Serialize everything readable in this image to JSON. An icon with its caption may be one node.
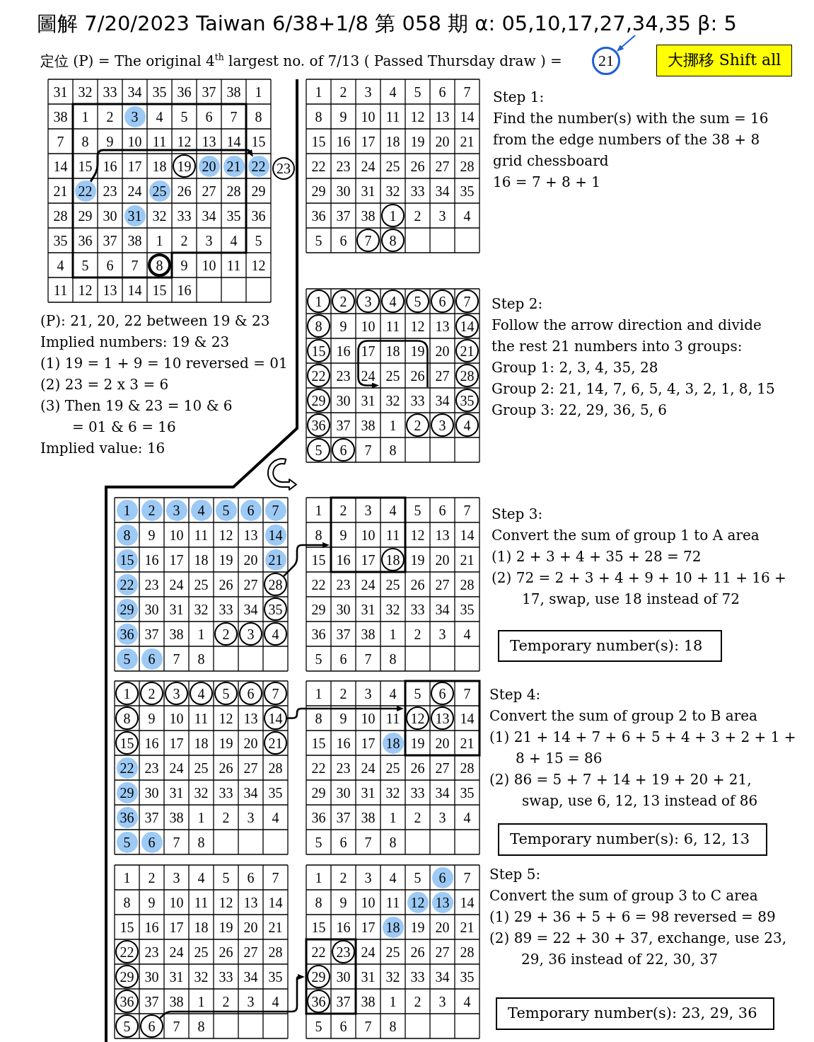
{
  "diagram": {
    "title": "圖解 7/20/2023 Taiwan 6/38+1/8 第 058 期 α: 05,10,17,27,34,35 β: 5",
    "nodes": [
      {
        "text": [
          "21"
        ]
      },
      {
        "text": [
          "大挪移 Shift all"
        ]
      },
      {
        "text": [],
        "shape": "grid"
      },
      {
        "text": [],
        "shape": "box",
        "in": 2
      },
      {
        "text": [
          "31"
        ],
        "in": 2
      },
      {
        "text": [
          "32"
        ],
        "in": 2
      },
      {
        "text": [
          "33"
        ],
        "in": 2
      },
      {
        "text": [
          "34"
        ],
        "in": 2
      },
      {
        "text": [
          "35"
        ],
        "in": 2
      },
      {
        "text": [
          "36"
        ],
        "in": 2
      },
      {
        "text": [
          "37"
        ],
        "in": 2
      },
      {
        "text": [
          "38"
        ],
        "in": 2
      },
      {
        "text": [
          "1"
        ],
        "in": 2
      },
      {
        "text": [
          "38"
        ],
        "in": 2
      },
      {
        "text": [
          "1"
        ],
        "in": 3
      },
      {
        "text": [
          "2"
        ],
        "in": 3
      },
      {
        "text": [
          "3"
        ],
        "in": 3
      },
      {
        "text": [
          "4"
        ],
        "in": 3
      },
      {
        "text": [
          "5"
        ],
        "in": 3
      },
      {
        "text": [
          "6"
        ],
        "in": 3
      },
      {
        "text": [
          "7"
        ],
        "in": 3
      },
      {
        "text": [
          "8"
        ],
        "in": 2
      },
      {
        "text": [
          "7"
        ],
        "in": 2
      },
      {
        "text": [
          "8"
        ],
        "in": 3
      },
      {
        "text": [
          "9"
        ],
        "in": 3
      },
      {
        "text": [
          "10"
        ],
        "in": 3
      },
      {
        "text": [
          "11"
        ],
        "in": 3
      },
      {
        "text": [
          "12"
        ],
        "in": 3
      },
      {
        "text": [
          "13"
        ],
        "in": 3
      },
      {
        "text": [
          "14"
        ],
        "in": 3
      },
      {
        "text": [
          "15"
        ],
        "in": 2
      },
      {
        "text": [
          "14"
        ],
        "in": 2
      },
      {
        "text": [
          "15"
        ],
        "in": 3
      },
      {
        "text": [
          "16"
        ],
        "in": 3
      },
      {
        "text": [
          "17"
        ],
        "in": 3
      },
      {
        "text": [
          "18"
        ],
        "in": 3
      },
      {
        "text": [
          "19"
        ],
        "in": 3
      },
      {
        "text": [
          "20"
        ],
        "in": 3
      },
      {
        "text": [
          "21"
        ],
        "in": 3
      },
      {
        "text": [
          "22"
        ],
        "in": 2
      },
      {
        "text": [
          "21"
        ],
        "in": 2
      },
      {
        "text": [
          "22"
        ],
        "in": 3
      },
      {
        "text": [
          "23"
        ],
        "in": 3
      },
      {
        "text": [
          "24"
        ],
        "in": 3
      },
      {
        "text": [
          "25"
        ],
        "in": 3
      },
      {
        "text": [
          "26"
        ],
        "in": 3
      },
      {
        "text": [
          "27"
        ],
        "in": 3
      },
      {
        "text": [
          "28"
        ],
        "in": 3
      },
      {
        "text": [
          "29"
        ],
        "in": 2
      },
      {
        "text": [
          "28"
        ],
        "in": 2
      },
      {
        "text": [
          "29"
        ],
        "in": 3
      },
      {
        "text": [
          "30"
        ],
        "in": 3
      },
      {
        "text": [
          "31"
        ],
        "in": 3
      },
      {
        "text": [
          "32"
        ],
        "in": 3
      },
      {
        "text": [
          "33"
        ],
        "in": 3
      },
      {
        "text": [
          "34"
        ],
        "in": 3
      },
      {
        "text": [
          "35"
        ],
        "in": 3
      },
      {
        "text": [
          "36"
        ],
        "in": 2
      },
      {
        "text": [
          "35"
        ],
        "in": 2
      },
      {
        "text": [
          "36"
        ],
        "in": 3
      },
      {
        "text": [
          "37"
        ],
        "in": 3
      },
      {
        "text": [
          "38"
        ],
        "in": 3
      },
      {
        "text": [
          "1"
        ],
        "in": 3
      },
      {
        "text": [
          "2"
        ],
        "in": 3
      },
      {
        "text": [
          "3"
        ],
        "in": 3
      },
      {
        "text": [
          "4"
        ],
        "in": 3
      },
      {
        "text": [
          "5"
        ],
        "in": 2
      },
      {
        "text": [
          "4"
        ],
        "in": 2
      },
      {
        "text": [
          "5"
        ],
        "in": 3
      },
      {
        "text": [
          "6"
        ],
        "in": 3
      },
      {
        "text": [
          "7"
        ],
        "in": 3
      },
      {
        "text": [
          "8"
        ],
        "in": 3
      },
      {
        "text": [
          "9"
        ],
        "in": 2
      },
      {
        "text": [
          "10"
        ],
        "in": 2
      },
      {
        "text": [
          "11"
        ],
        "in": 2
      },
      {
        "text": [
          "12"
        ],
        "in": 2
      },
      {
        "text": [
          "11"
        ],
        "in": 2
      },
      {
        "text": [
          "12"
        ],
        "in": 2
      },
      {
        "text": [
          "13"
        ],
        "in": 2
      },
      {
        "text": [
          "14"
        ],
        "in": 2
      },
      {
        "text": [
          "15"
        ],
        "in": 2
      },
      {
        "text": [
          "16"
        ],
        "in": 2
      },
      {
        "text": [
          "23"
        ]
      },
      {
        "text": [],
        "shape": "grid"
      },
      {
        "text": [
          "1"
        ],
        "in": 83
      },
      {
        "text": [
          "2"
        ],
        "in": 83
      },
      {
        "text": [
          "3"
        ],
        "in": 83
      },
      {
        "text": [
          "4"
        ],
        "in": 83
      },
      {
        "text": [
          "5"
        ],
        "in": 83
      },
      {
        "text": [
          "6"
        ],
        "in": 83
      },
      {
        "text": [
          "7"
        ],
        "in": 83
      },
      {
        "text": [
          "8"
        ],
        "in": 83
      },
      {
        "text": [
          "9"
        ],
        "in": 83
      },
      {
        "text": [
          "10"
        ],
        "in": 83
      },
      {
        "text": [
          "11"
        ],
        "in": 83
      },
      {
        "text": [
          "12"
        ],
        "in": 83
      },
      {
        "text": [
          "13"
        ],
        "in": 83
      },
      {
        "text": [
          "14"
        ],
        "in": 83
      },
      {
        "text": [
          "15"
        ],
        "in": 83
      },
      {
        "text": [
          "16"
        ],
        "in": 83
      },
      {
        "text": [
          "17"
        ],
        "in": 83
      },
      {
        "text": [
          "18"
        ],
        "in": 83
      },
      {
        "text": [
          "19"
        ],
        "in": 83
      },
      {
        "text": [
          "20"
        ],
        "in": 83
      },
      {
        "text": [
          "21"
        ],
        "in": 83
      },
      {
        "text": [
          "22"
        ],
        "in": 83
      },
      {
        "text": [
          "23"
        ],
        "in": 83
      },
      {
        "text": [
          "24"
        ],
        "in": 83
      },
      {
        "text": [
          "25"
        ],
        "in": 83
      },
      {
        "text": [
          "26"
        ],
        "in": 83
      },
      {
        "text": [
          "27"
        ],
        "in": 83
      },
      {
        "text": [
          "28"
        ],
        "in": 83
      },
      {
        "text": [
          "29"
        ],
        "in": 83
      },
      {
        "text": [
          "30"
        ],
        "in": 83
      },
      {
        "text": [
          "31"
        ],
        "in": 83
      },
      {
        "text": [
          "32"
        ],
        "in": 83
      },
      {
        "text": [
          "33"
        ],
        "in": 83
      },
      {
        "text": [
          "34"
        ],
        "in": 83
      },
      {
        "text": [
          "35"
        ],
        "in": 83
      },
      {
        "text": [
          "36"
        ],
        "in": 83
      },
      {
        "text": [
          "37"
        ],
        "in": 83
      },
      {
        "text": [
          "38"
        ],
        "in": 83
      },
      {
        "text": [
          "1"
        ],
        "in": 83
      },
      {
        "text": [
          "2"
        ],
        "in": 83
      },
      {
        "text": [
          "3"
        ],
        "in": 83
      },
      {
        "text": [
          "4"
        ],
        "in": 83
      },
      {
        "text": [
          "5"
        ],
        "in": 83
      },
      {
        "text": [
          "6"
        ],
        "in": 83
      },
      {
        "text": [
          "7"
        ],
        "in": 83
      },
      {
        "text": [
          "8"
        ],
        "in": 83
      },
      {
        "text": [],
        "shape": "grid"
      },
      {
        "text": [
          "1"
        ],
        "in": 130
      },
      {
        "text": [
          "2"
        ],
        "in": 130
      },
      {
        "text": [
          "3"
        ],
        "in": 130
      },
      {
        "text": [
          "4"
        ],
        "in": 130
      },
      {
        "text": [
          "5"
        ],
        "in": 130
      },
      {
        "text": [
          "6"
        ],
        "in": 130
      },
      {
        "text": [
          "7"
        ],
        "in": 130
      },
      {
        "text": [
          "8"
        ],
        "in": 130
      },
      {
        "text": [
          "9"
        ],
        "in": 130
      },
      {
        "text": [
          "10"
        ],
        "in": 130
      },
      {
        "text": [
          "11"
        ],
        "in": 130
      },
      {
        "text": [
          "12"
        ],
        "in": 130
      },
      {
        "text": [
          "13"
        ],
        "in": 130
      },
      {
        "text": [
          "14"
        ],
        "in": 130
      },
      {
        "text": [
          "15"
        ],
        "in": 130
      },
      {
        "text": [
          "16"
        ],
        "in": 130
      },
      {
        "text": [
          "17"
        ],
        "in": 130
      },
      {
        "text": [
          "18"
        ],
        "in": 130
      },
      {
        "text": [
          "19"
        ],
        "in": 130
      },
      {
        "text": [
          "20"
        ],
        "in": 130
      },
      {
        "text": [
          "21"
        ],
        "in": 130
      },
      {
        "text": [
          "22"
        ],
        "in": 130
      },
      {
        "text": [
          "23"
        ],
        "in": 130
      },
      {
        "text": [
          "24"
        ],
        "in": 130
      },
      {
        "text": [
          "25"
        ],
        "in": 130
      },
      {
        "text": [
          "26"
        ],
        "in": 130
      },
      {
        "text": [
          "27"
        ],
        "in": 130
      },
      {
        "text": [
          "28"
        ],
        "in": 130
      },
      {
        "text": [
          "29"
        ],
        "in": 130
      },
      {
        "text": [
          "30"
        ],
        "in": 130
      },
      {
        "text": [
          "31"
        ],
        "in": 130
      },
      {
        "text": [
          "32"
        ],
        "in": 130
      },
      {
        "text": [
          "33"
        ],
        "in": 130
      },
      {
        "text": [
          "34"
        ],
        "in": 130
      },
      {
        "text": [
          "35"
        ],
        "in": 130
      },
      {
        "text": [
          "36"
        ],
        "in": 130
      },
      {
        "text": [
          "37"
        ],
        "in": 130
      },
      {
        "text": [
          "38"
        ],
        "in": 130
      },
      {
        "text": [
          "1"
        ],
        "in": 130
      },
      {
        "text": [
          "2"
        ],
        "in": 130
      },
      {
        "text": [
          "3"
        ],
        "in": 130
      },
      {
        "text": [
          "4"
        ],
        "in": 130
      },
      {
        "text": [
          "5"
        ],
        "in": 130
      },
      {
        "text": [
          "6"
        ],
        "in": 130
      },
      {
        "text": [
          "7"
        ],
        "in": 130
      },
      {
        "text": [
          "8"
        ],
        "in": 130
      },
      {
        "text": [],
        "shape": "grid"
      },
      {
        "text": [
          "1"
        ],
        "in": 177
      },
      {
        "text": [
          "2"
        ],
        "in": 177
      },
      {
        "text": [
          "3"
        ],
        "in": 177
      },
      {
        "text": [
          "4"
        ],
        "in": 177
      },
      {
        "text": [
          "5"
        ],
        "in": 177
      },
      {
        "text": [
          "6"
        ],
        "in": 177
      },
      {
        "text": [
          "7"
        ],
        "in": 177
      },
      {
        "text": [
          "8"
        ],
        "in": 177
      },
      {
        "text": [
          "9"
        ],
        "in": 177
      },
      {
        "text": [
          "10"
        ],
        "in": 177
      },
      {
        "text": [
          "11"
        ],
        "in": 177
      },
      {
        "text": [
          "12"
        ],
        "in": 177
      },
      {
        "text": [
          "13"
        ],
        "in": 177
      },
      {
        "text": [
          "14"
        ],
        "in": 177
      },
      {
        "text": [
          "15"
        ],
        "in": 177
      },
      {
        "text": [
          "16"
        ],
        "in": 177
      },
      {
        "text": [
          "17"
        ],
        "in": 177
      },
      {
        "text": [
          "18"
        ],
        "in": 177
      },
      {
        "text": [
          "19"
        ],
        "in": 177
      },
      {
        "text": [
          "20"
        ],
        "in": 177
      },
      {
        "text": [
          "21"
        ],
        "in": 177
      },
      {
        "text": [
          "22"
        ],
        "in": 177
      },
      {
        "text": [
          "23"
        ],
        "in": 177
      },
      {
        "text": [
          "24"
        ],
        "in": 177
      },
      {
        "text": [
          "25"
        ],
        "in": 177
      },
      {
        "text": [
          "26"
        ],
        "in": 177
      },
      {
        "text": [
          "27"
        ],
        "in": 177
      },
      {
        "text": [
          "28"
        ],
        "in": 177
      },
      {
        "text": [
          "29"
        ],
        "in": 177
      },
      {
        "text": [
          "30"
        ],
        "in": 177
      },
      {
        "text": [
          "31"
        ],
        "in": 177
      },
      {
        "text": [
          "32"
        ],
        "in": 177
      },
      {
        "text": [
          "33"
        ],
        "in": 177
      },
      {
        "text": [
          "34"
        ],
        "in": 177
      },
      {
        "text": [
          "35"
        ],
        "in": 177
      },
      {
        "text": [
          "36"
        ],
        "in": 177
      },
      {
        "text": [
          "37"
        ],
        "in": 177
      },
      {
        "text": [
          "38"
        ],
        "in": 177
      },
      {
        "text": [
          "1"
        ],
        "in": 177
      },
      {
        "text": [
          "2"
        ],
        "in": 177
      },
      {
        "text": [
          "3"
        ],
        "in": 177
      },
      {
        "text": [
          "4"
        ],
        "in": 177
      },
      {
        "text": [
          "5"
        ],
        "in": 177
      },
      {
        "text": [
          "6"
        ],
        "in": 177
      },
      {
        "text": [
          "7"
        ],
        "in": 177
      },
      {
        "text": [
          "8"
        ],
        "in": 177
      },
      {
        "text": [],
        "shape": "grid"
      },
      {
        "text": [],
        "shape": "box",
        "in": 224
      },
      {
        "text": [
          "1"
        ],
        "in": 224
      },
      {
        "text": [
          "2"
        ],
        "in": 225
      },
      {
        "text": [
          "3"
        ],
        "in": 225
      },
      {
        "text": [
          "4"
        ],
        "in": 225
      },
      {
        "text": [
          "5"
        ],
        "in": 224
      },
      {
        "text": [
          "6"
        ],
        "in": 224
      },
      {
        "text": [
          "7"
        ],
        "in": 224
      },
      {
        "text": [
          "8"
        ],
        "in": 224
      },
      {
        "text": [
          "9"
        ],
        "in": 225
      },
      {
        "text": [
          "10"
        ],
        "in": 225
      },
      {
        "text": [
          "11"
        ],
        "in": 225
      },
      {
        "text": [
          "12"
        ],
        "in": 224
      },
      {
        "text": [
          "13"
        ],
        "in": 224
      },
      {
        "text": [
          "14"
        ],
        "in": 224
      },
      {
        "text": [
          "15"
        ],
        "in": 224
      },
      {
        "text": [
          "16"
        ],
        "in": 225
      },
      {
        "text": [
          "17"
        ],
        "in": 225
      },
      {
        "text": [
          "18"
        ],
        "in": 225
      },
      {
        "text": [
          "19"
        ],
        "in": 224
      },
      {
        "text": [
          "20"
        ],
        "in": 224
      },
      {
        "text": [
          "21"
        ],
        "in": 224
      },
      {
        "text": [
          "22"
        ],
        "in": 224
      },
      {
        "text": [
          "23"
        ],
        "in": 224
      },
      {
        "text": [
          "24"
        ],
        "in": 224
      },
      {
        "text": [
          "25"
        ],
        "in": 224
      },
      {
        "text": [
          "26"
        ],
        "in": 224
      },
      {
        "text": [
          "27"
        ],
        "in": 224
      },
      {
        "text": [
          "28"
        ],
        "in": 224
      },
      {
        "text": [
          "29"
        ],
        "in": 224
      },
      {
        "text": [
          "30"
        ],
        "in": 224
      },
      {
        "text": [
          "31"
        ],
        "in": 224
      },
      {
        "text": [
          "32"
        ],
        "in": 224
      },
      {
        "text": [
          "33"
        ],
        "in": 224
      },
      {
        "text": [
          "34"
        ],
        "in": 224
      },
      {
        "text": [
          "35"
        ],
        "in": 224
      },
      {
        "text": [
          "36"
        ],
        "in": 224
      },
      {
        "text": [
          "37"
        ],
        "in": 224
      },
      {
        "text": [
          "38"
        ],
        "in": 224
      },
      {
        "text": [
          "1"
        ],
        "in": 224
      },
      {
        "text": [
          "2"
        ],
        "in": 224
      },
      {
        "text": [
          "3"
        ],
        "in": 224
      },
      {
        "text": [
          "4"
        ],
        "in": 224
      },
      {
        "text": [
          "5"
        ],
        "in": 224
      },
      {
        "text": [
          "6"
        ],
        "in": 224
      },
      {
        "text": [
          "7"
        ],
        "in": 224
      },
      {
        "text": [
          "8"
        ],
        "in": 224
      },
      {
        "text": [
          "Temporary number(s): 18"
        ]
      },
      {
        "text": [],
        "shape": "grid"
      },
      {
        "text": [
          "1"
        ],
        "in": 273
      },
      {
        "text": [
          "2"
        ],
        "in": 273
      },
      {
        "text": [
          "3"
        ],
        "in": 273
      },
      {
        "text": [
          "4"
        ],
        "in": 273
      },
      {
        "text": [
          "5"
        ],
        "in": 273
      },
      {
        "text": [
          "6"
        ],
        "in": 273
      },
      {
        "text": [
          "7"
        ],
        "in": 273
      },
      {
        "text": [
          "8"
        ],
        "in": 273
      },
      {
        "text": [
          "9"
        ],
        "in": 273
      },
      {
        "text": [
          "10"
        ],
        "in": 273
      },
      {
        "text": [
          "11"
        ],
        "in": 273
      },
      {
        "text": [
          "12"
        ],
        "in": 273
      },
      {
        "text": [
          "13"
        ],
        "in": 273
      },
      {
        "text": [
          "14"
        ],
        "in": 273
      },
      {
        "text": [
          "15"
        ],
        "in": 273
      },
      {
        "text": [
          "16"
        ],
        "in": 273
      },
      {
        "text": [
          "17"
        ],
        "in": 273
      },
      {
        "text": [
          "18"
        ],
        "in": 273
      },
      {
        "text": [
          "19"
        ],
        "in": 273
      },
      {
        "text": [
          "20"
        ],
        "in": 273
      },
      {
        "text": [
          "21"
        ],
        "in": 273
      },
      {
        "text": [
          "22"
        ],
        "in": 273
      },
      {
        "text": [
          "23"
        ],
        "in": 273
      },
      {
        "text": [
          "24"
        ],
        "in": 273
      },
      {
        "text": [
          "25"
        ],
        "in": 273
      },
      {
        "text": [
          "26"
        ],
        "in": 273
      },
      {
        "text": [
          "27"
        ],
        "in": 273
      },
      {
        "text": [
          "28"
        ],
        "in": 273
      },
      {
        "text": [
          "29"
        ],
        "in": 273
      },
      {
        "text": [
          "30"
        ],
        "in": 273
      },
      {
        "text": [
          "31"
        ],
        "in": 273
      },
      {
        "text": [
          "32"
        ],
        "in": 273
      },
      {
        "text": [
          "33"
        ],
        "in": 273
      },
      {
        "text": [
          "34"
        ],
        "in": 273
      },
      {
        "text": [
          "35"
        ],
        "in": 273
      },
      {
        "text": [
          "36"
        ],
        "in": 273
      },
      {
        "text": [
          "37"
        ],
        "in": 273
      },
      {
        "text": [
          "38"
        ],
        "in": 273
      },
      {
        "text": [
          "1"
        ],
        "in": 273
      },
      {
        "text": [
          "2"
        ],
        "in": 273
      },
      {
        "text": [
          "3"
        ],
        "in": 273
      },
      {
        "text": [
          "4"
        ],
        "in": 273
      },
      {
        "text": [
          "5"
        ],
        "in": 273
      },
      {
        "text": [
          "6"
        ],
        "in": 273
      },
      {
        "text": [
          "7"
        ],
        "in": 273
      },
      {
        "text": [
          "8"
        ],
        "in": 273
      },
      {
        "text": [],
        "shape": "grid"
      },
      {
        "text": [],
        "shape": "box",
        "in": 320
      },
      {
        "text": [
          "1"
        ],
        "in": 320
      },
      {
        "text": [
          "2"
        ],
        "in": 320
      },
      {
        "text": [
          "3"
        ],
        "in": 320
      },
      {
        "text": [
          "4"
        ],
        "in": 320
      },
      {
        "text": [
          "5"
        ],
        "in": 321
      },
      {
        "text": [
          "6"
        ],
        "in": 321
      },
      {
        "text": [
          "7"
        ],
        "in": 321
      },
      {
        "text": [
          "8"
        ],
        "in": 320
      },
      {
        "text": [
          "9"
        ],
        "in": 320
      },
      {
        "text": [
          "10"
        ],
        "in": 320
      },
      {
        "text": [
          "11"
        ],
        "in": 320
      },
      {
        "text": [
          "12"
        ],
        "in": 321
      },
      {
        "text": [
          "13"
        ],
        "in": 321
      },
      {
        "text": [
          "14"
        ],
        "in": 321
      },
      {
        "text": [
          "15"
        ],
        "in": 320
      },
      {
        "text": [
          "16"
        ],
        "in": 320
      },
      {
        "text": [
          "17"
        ],
        "in": 320
      },
      {
        "text": [
          "18"
        ],
        "in": 320
      },
      {
        "text": [
          "19"
        ],
        "in": 321
      },
      {
        "text": [
          "20"
        ],
        "in": 321
      },
      {
        "text": [
          "21"
        ],
        "in": 321
      },
      {
        "text": [
          "22"
        ],
        "in": 320
      },
      {
        "text": [
          "23"
        ],
        "in": 320
      },
      {
        "text": [
          "24"
        ],
        "in": 320
      },
      {
        "text": [
          "25"
        ],
        "in": 320
      },
      {
        "text": [
          "26"
        ],
        "in": 320
      },
      {
        "text": [
          "27"
        ],
        "in": 320
      },
      {
        "text": [
          "28"
        ],
        "in": 320
      },
      {
        "text": [
          "29"
        ],
        "in": 320
      },
      {
        "text": [
          "30"
        ],
        "in": 320
      },
      {
        "text": [
          "31"
        ],
        "in": 320
      },
      {
        "text": [
          "32"
        ],
        "in": 320
      },
      {
        "text": [
          "33"
        ],
        "in": 320
      },
      {
        "text": [
          "34"
        ],
        "in": 320
      },
      {
        "text": [
          "35"
        ],
        "in": 320
      },
      {
        "text": [
          "36"
        ],
        "in": 320
      },
      {
        "text": [
          "37"
        ],
        "in": 320
      },
      {
        "text": [
          "38"
        ],
        "in": 320
      },
      {
        "text": [
          "1"
        ],
        "in": 320
      },
      {
        "text": [
          "2"
        ],
        "in": 320
      },
      {
        "text": [
          "3"
        ],
        "in": 320
      },
      {
        "text": [
          "4"
        ],
        "in": 320
      },
      {
        "text": [
          "5"
        ],
        "in": 320
      },
      {
        "text": [
          "6"
        ],
        "in": 320
      },
      {
        "text": [
          "7"
        ],
        "in": 320
      },
      {
        "text": [
          "8"
        ],
        "in": 320
      },
      {
        "text": [
          "Temporary number(s): 6, 12, 13"
        ]
      },
      {
        "text": [],
        "shape": "grid"
      },
      {
        "text": [
          "1"
        ],
        "in": 369
      },
      {
        "text": [
          "2"
        ],
        "in": 369
      },
      {
        "text": [
          "3"
        ],
        "in": 369
      },
      {
        "text": [
          "4"
        ],
        "in": 369
      },
      {
        "text": [
          "5"
        ],
        "in": 369
      },
      {
        "text": [
          "6"
        ],
        "in": 369
      },
      {
        "text": [
          "7"
        ],
        "in": 369
      },
      {
        "text": [
          "8"
        ],
        "in": 369
      },
      {
        "text": [
          "9"
        ],
        "in": 369
      },
      {
        "text": [
          "10"
        ],
        "in": 369
      },
      {
        "text": [
          "11"
        ],
        "in": 369
      },
      {
        "text": [
          "12"
        ],
        "in": 369
      },
      {
        "text": [
          "13"
        ],
        "in": 369
      },
      {
        "text": [
          "14"
        ],
        "in": 369
      },
      {
        "text": [
          "15"
        ],
        "in": 369
      },
      {
        "text": [
          "16"
        ],
        "in": 369
      },
      {
        "text": [
          "17"
        ],
        "in": 369
      },
      {
        "text": [
          "18"
        ],
        "in": 369
      },
      {
        "text": [
          "19"
        ],
        "in": 369
      },
      {
        "text": [
          "20"
        ],
        "in": 369
      },
      {
        "text": [
          "21"
        ],
        "in": 369
      },
      {
        "text": [
          "22"
        ],
        "in": 369
      },
      {
        "text": [
          "23"
        ],
        "in": 369
      },
      {
        "text": [
          "24"
        ],
        "in": 369
      },
      {
        "text": [
          "25"
        ],
        "in": 369
      },
      {
        "text": [
          "26"
        ],
        "in": 369
      },
      {
        "text": [
          "27"
        ],
        "in": 369
      },
      {
        "text": [
          "28"
        ],
        "in": 369
      },
      {
        "text": [
          "29"
        ],
        "in": 369
      },
      {
        "text": [
          "30"
        ],
        "in": 369
      },
      {
        "text": [
          "31"
        ],
        "in": 369
      },
      {
        "text": [
          "32"
        ],
        "in": 369
      },
      {
        "text": [
          "33"
        ],
        "in": 369
      },
      {
        "text": [
          "34"
        ],
        "in": 369
      },
      {
        "text": [
          "35"
        ],
        "in": 369
      },
      {
        "text": [
          "36"
        ],
        "in": 369
      },
      {
        "text": [
          "37"
        ],
        "in": 369
      },
      {
        "text": [
          "38"
        ],
        "in": 369
      },
      {
        "text": [
          "1"
        ],
        "in": 369
      },
      {
        "text": [
          "2"
        ],
        "in": 369
      },
      {
        "text": [
          "3"
        ],
        "in": 369
      },
      {
        "text": [
          "4"
        ],
        "in": 369
      },
      {
        "text": [
          "5"
        ],
        "in": 369
      },
      {
        "text": [
          "6"
        ],
        "in": 369
      },
      {
        "text": [
          "7"
        ],
        "in": 369
      },
      {
        "text": [
          "8"
        ],
        "in": 369
      },
      {
        "text": [],
        "shape": "grid"
      },
      {
        "text": [],
        "shape": "box",
        "in": 416
      },
      {
        "text": [
          "1"
        ],
        "in": 416
      },
      {
        "text": [
          "2"
        ],
        "in": 416
      },
      {
        "text": [
          "3"
        ],
        "in": 416
      },
      {
        "text": [
          "4"
        ],
        "in": 416
      },
      {
        "text": [
          "5"
        ],
        "in": 416
      },
      {
        "text": [
          "6"
        ],
        "in": 416
      },
      {
        "text": [
          "7"
        ],
        "in": 416
      },
      {
        "text": [
          "8"
        ],
        "in": 416
      },
      {
        "text": [
          "9"
        ],
        "in": 416
      },
      {
        "text": [
          "10"
        ],
        "in": 416
      },
      {
        "text": [
          "11"
        ],
        "in": 416
      },
      {
        "text": [
          "12"
        ],
        "in": 416
      },
      {
        "text": [
          "13"
        ],
        "in": 416
      },
      {
        "text": [
          "14"
        ],
        "in": 416
      },
      {
        "text": [
          "15"
        ],
        "in": 416
      },
      {
        "text": [
          "16"
        ],
        "in": 416
      },
      {
        "text": [
          "17"
        ],
        "in": 416
      },
      {
        "text": [
          "18"
        ],
        "in": 416
      },
      {
        "text": [
          "19"
        ],
        "in": 416
      },
      {
        "text": [
          "20"
        ],
        "in": 416
      },
      {
        "text": [
          "21"
        ],
        "in": 416
      },
      {
        "text": [
          "22"
        ],
        "in": 417
      },
      {
        "text": [
          "23"
        ],
        "in": 417
      },
      {
        "text": [
          "24"
        ],
        "in": 416
      },
      {
        "text": [
          "25"
        ],
        "in": 416
      },
      {
        "text": [
          "26"
        ],
        "in": 416
      },
      {
        "text": [
          "27"
        ],
        "in": 416
      },
      {
        "text": [
          "28"
        ],
        "in": 416
      },
      {
        "text": [
          "29"
        ],
        "in": 417
      },
      {
        "text": [
          "30"
        ],
        "in": 417
      },
      {
        "text": [
          "31"
        ],
        "in": 416
      },
      {
        "text": [
          "32"
        ],
        "in": 416
      },
      {
        "text": [
          "33"
        ],
        "in": 416
      },
      {
        "text": [
          "34"
        ],
        "in": 416
      },
      {
        "text": [
          "35"
        ],
        "in": 416
      },
      {
        "text": [
          "36"
        ],
        "in": 417
      },
      {
        "text": [
          "37"
        ],
        "in": 417
      },
      {
        "text": [
          "38"
        ],
        "in": 416
      },
      {
        "text": [
          "1"
        ],
        "in": 416
      },
      {
        "text": [
          "2"
        ],
        "in": 416
      },
      {
        "text": [
          "3"
        ],
        "in": 416
      },
      {
        "text": [
          "4"
        ],
        "in": 416
      },
      {
        "text": [
          "5"
        ],
        "in": 416
      },
      {
        "text": [
          "6"
        ],
        "in": 416
      },
      {
        "text": [
          "7"
        ],
        "in": 416
      },
      {
        "text": [
          "8"
        ],
        "in": 416
      },
      {
        "text": [
          "Temporary number(s): 23, 29, 36"
        ]
      }
    ],
    "edges": [
      {
        "from": null,
        "to": 0,
        "arrow": "to",
        "color": "#1f5fd6"
      },
      {
        "from": 41,
        "to": 39,
        "arrow": "to"
      },
      {
        "from": 205,
        "to": 225,
        "arrow": "to"
      },
      {
        "from": 287,
        "to": 321,
        "arrow": "to"
      },
      {
        "from": 413,
        "to": 417,
        "arrow": "to"
      }
    ],
    "labels": [
      "定位 (P) = The original 4$^{th}$ largest no. of 7/13 ( Passed Thursday draw ) =",
      "Step 1:",
      "Find the number(s) with the sum = 16 from the edge numbers of the 38 + 8 grid chessboard",
      "16 = 7 + 8 + 1",
      "(P): 21, 20, 22 between 19 & 23",
      "Implied numbers: 19 & 23",
      "(1) 19 = 1 + 9 = 10 reversed = 01",
      "(2) 23 = 2 x 3 = 6",
      "(3) Then 19 & 23 = 10 & 6 = 01 & 6 = 16",
      "Implied value: 16",
      "Step 2:",
      "Follow the arrow direction and divide the rest 21 numbers into 3 groups:",
      "Group 1: 2, 3, 4, 35, 28",
      "Group 2: 21, 14, 7, 6, 5, 4, 3, 2, 1, 8, 15",
      "Group 3: 22, 29, 36, 5, 6",
      "Step 3:",
      "Convert the sum of group 1 to A area",
      "(1) 2 + 3 + 4 + 35 + 28 = 72",
      "(2) 72 = 2 + 3 + 4 + 9 + 10 + 11 + 16 + 17, swap, use 18 instead of 72",
      "Step 4:",
      "Convert the sum of group 2 to B area",
      "(1) 21 + 14 + 7 + 6 + 5 + 4 + 3 + 2 + 1 + 8 + 15 = 86",
      "(2) 86 = 5 + 7 + 14 + 19 + 20 + 21, swap, use 6, 12, 13 instead of 86",
      "Step 5:",
      "Convert the sum of group 3 to C area",
      "(1) 29 + 36 + 5 + 6 = 98 reversed = 89",
      "(2) 89 = 22 + 30 + 37, exchange, use 23, 29, 36 instead of 22, 30, 37"
    ]
  }
}
